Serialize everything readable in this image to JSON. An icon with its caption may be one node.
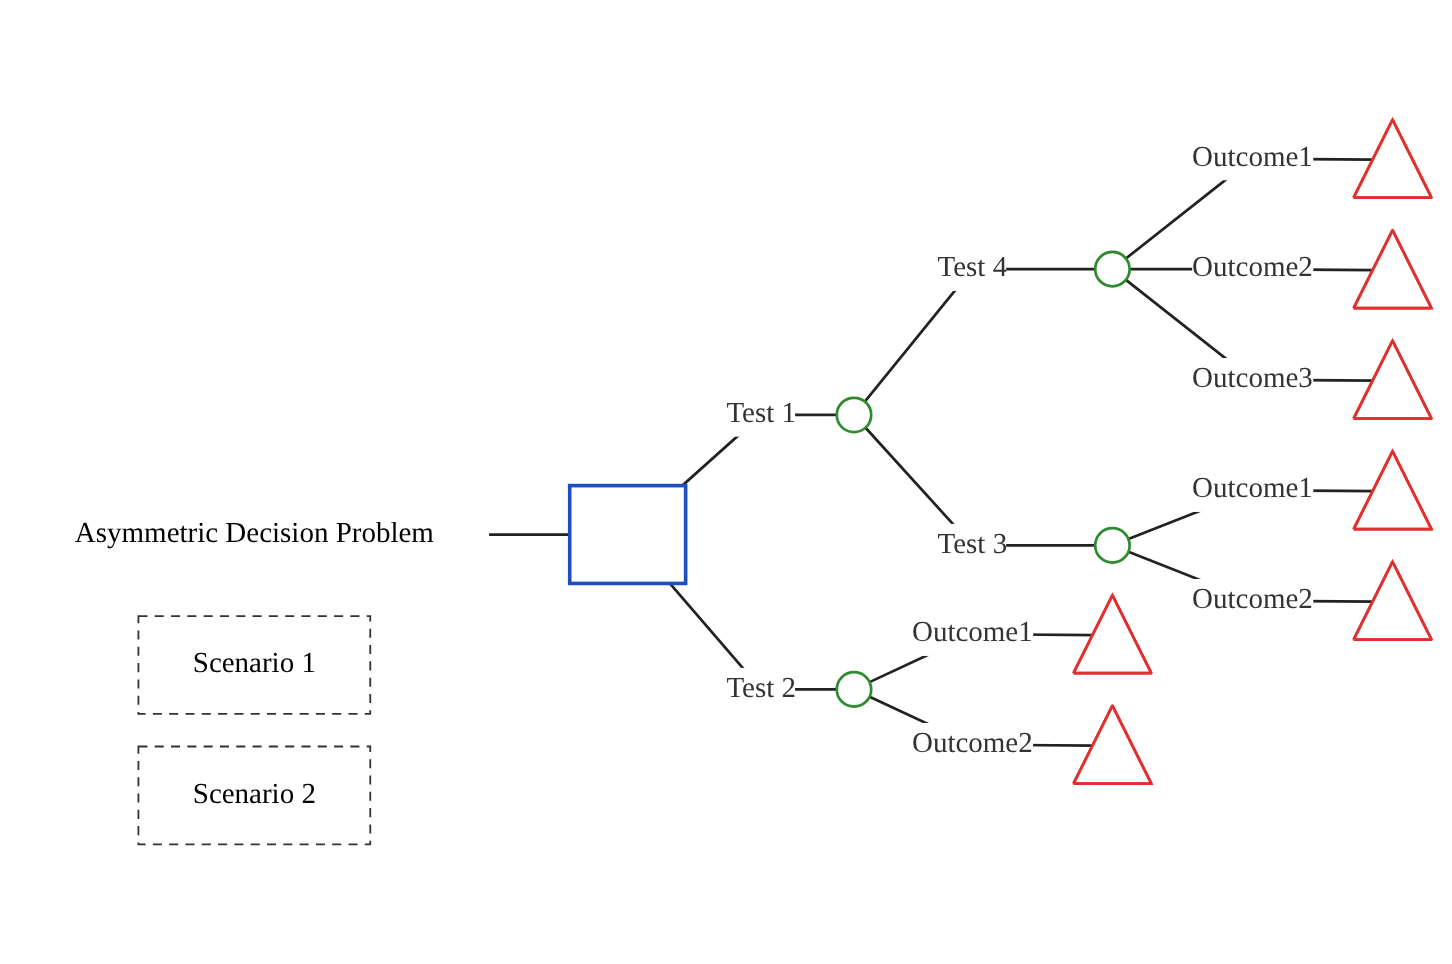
{
  "diagram": {
    "nodes": [
      {
        "text": [
          "Asymmetric Decision Problem"
        ]
      },
      {
        "text": [],
        "shape": "box"
      },
      {
        "text": [
          "Scenario 1"
        ]
      },
      {
        "text": [
          "Scenario 2"
        ]
      },
      {
        "text": [],
        "shape": "circle"
      },
      {
        "text": [],
        "shape": "circle"
      },
      {
        "text": [],
        "shape": "circle"
      },
      {
        "text": [],
        "shape": "circle"
      },
      {
        "text": [],
        "shape": "triangle"
      },
      {
        "text": [],
        "shape": "triangle"
      },
      {
        "text": [],
        "shape": "triangle"
      },
      {
        "text": [],
        "shape": "triangle"
      },
      {
        "text": [],
        "shape": "triangle"
      },
      {
        "text": [],
        "shape": "triangle"
      },
      {
        "text": [],
        "shape": "triangle"
      }
    ],
    "edges": [
      {
        "from": 0,
        "to": 1,
        "arrow": "none"
      },
      {
        "from": 1,
        "to": 4,
        "arrow": "none",
        "label": "Test 1"
      },
      {
        "from": 1,
        "to": 5,
        "arrow": "none",
        "label": "Test 2"
      },
      {
        "from": 4,
        "to": 6,
        "arrow": "none",
        "label": "Test 4"
      },
      {
        "from": 4,
        "to": 7,
        "arrow": "none",
        "label": "Test 3"
      },
      {
        "from": 6,
        "to": 8,
        "arrow": "none",
        "label": "Outcome1"
      },
      {
        "from": 6,
        "to": 9,
        "arrow": "none",
        "label": "Outcome2"
      },
      {
        "from": 6,
        "to": 10,
        "arrow": "none",
        "label": "Outcome3"
      },
      {
        "from": 7,
        "to": 11,
        "arrow": "none",
        "label": "Outcome1"
      },
      {
        "from": 7,
        "to": 12,
        "arrow": "none",
        "label": "Outcome2"
      },
      {
        "from": 5,
        "to": 13,
        "arrow": "none",
        "label": "Outcome1"
      },
      {
        "from": 5,
        "to": 14,
        "arrow": "none",
        "label": "Outcome2"
      }
    ]
  }
}
